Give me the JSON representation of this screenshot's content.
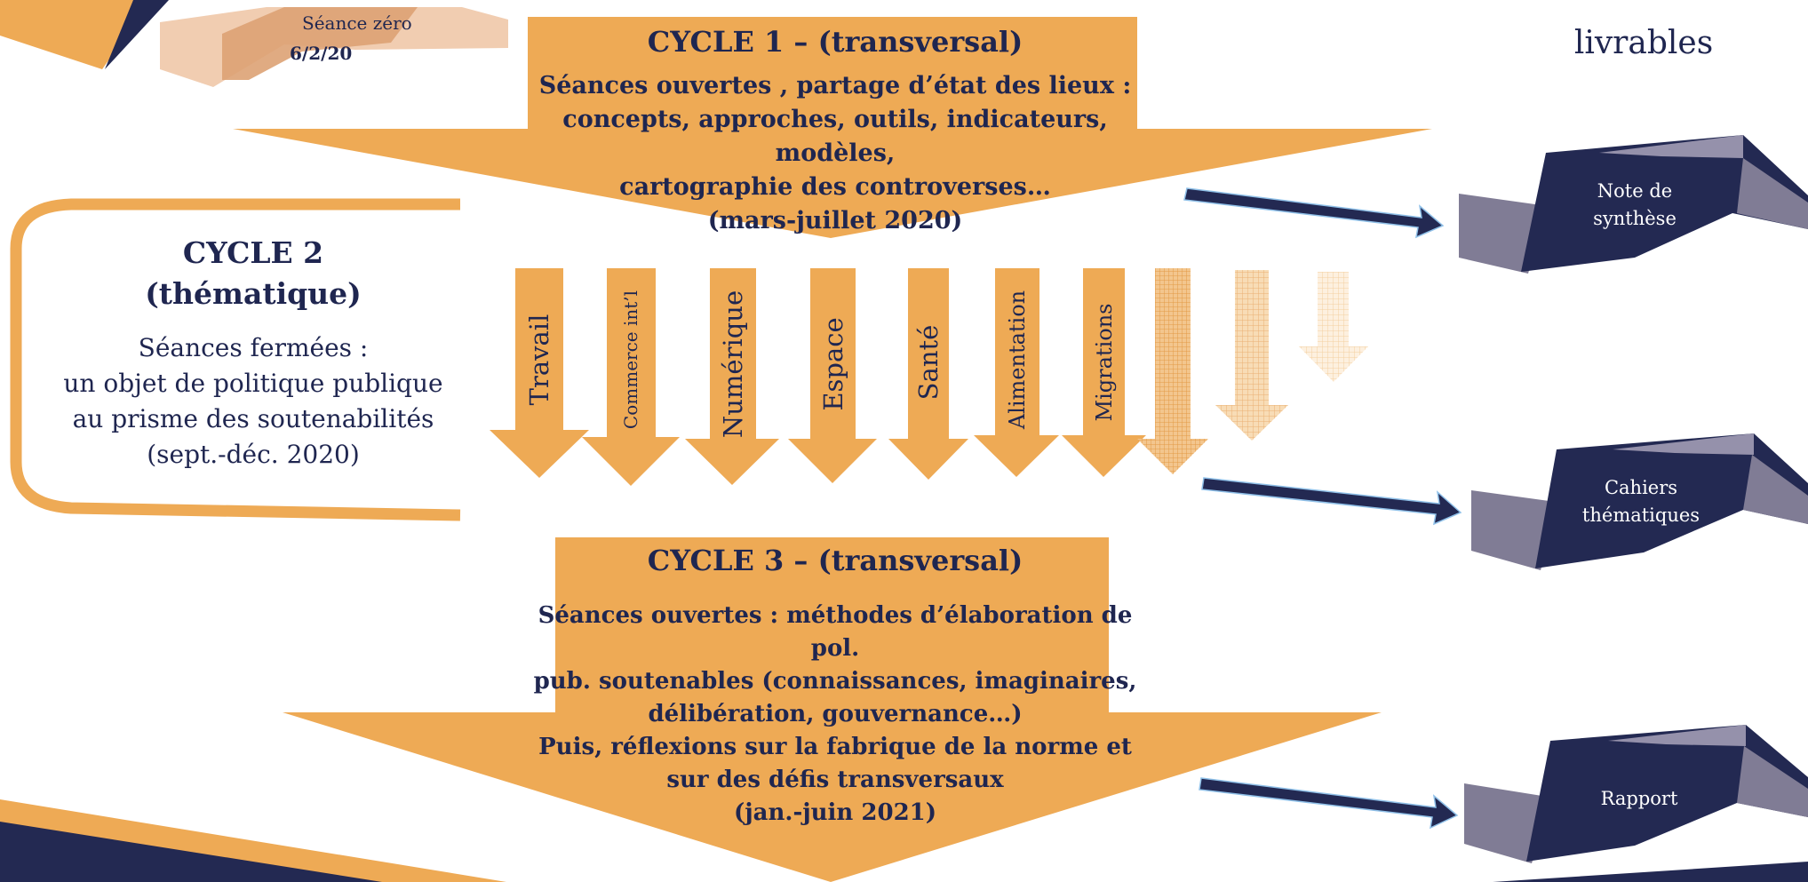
{
  "colors": {
    "orange": "#eeaa55",
    "navy": "#232952",
    "grey": "#8a88a2",
    "light_orange": "#f1cdb1",
    "mid_orange": "#dda274"
  },
  "seance_zero": {
    "label": "Séance zéro",
    "date": "6/2/20"
  },
  "cycle1": {
    "title": "CYCLE 1 – (transversal)",
    "lines": [
      "Séances ouvertes , partage d’état des lieux :",
      "concepts, approches, outils, indicateurs, modèles,",
      "cartographie des controverses…",
      "(mars-juillet 2020)"
    ]
  },
  "cycle2": {
    "title_line1": "CYCLE 2",
    "title_line2": "(thématique)",
    "lines": [
      "Séances fermées :",
      "un objet de politique publique",
      "au prisme des soutenabilités",
      "(sept.-déc. 2020)"
    ]
  },
  "themes": [
    "Travail",
    "Commerce int’l",
    "Numérique",
    "Espace",
    "Santé",
    "Alimentation",
    "Migrations"
  ],
  "cycle3": {
    "title": "CYCLE 3 – (transversal)",
    "lines": [
      "Séances ouvertes : méthodes d’élaboration de pol.",
      "pub. soutenables (connaissances, imaginaires,",
      "délibération, gouvernance…)",
      "Puis, réflexions sur la fabrique de la norme et",
      "sur des défis transversaux",
      "(jan.-juin 2021)"
    ]
  },
  "livrables": {
    "title": "livrables",
    "items": [
      [
        "Note de",
        "synthèse"
      ],
      [
        "Cahiers",
        "thématiques"
      ],
      [
        "Rapport"
      ]
    ]
  }
}
